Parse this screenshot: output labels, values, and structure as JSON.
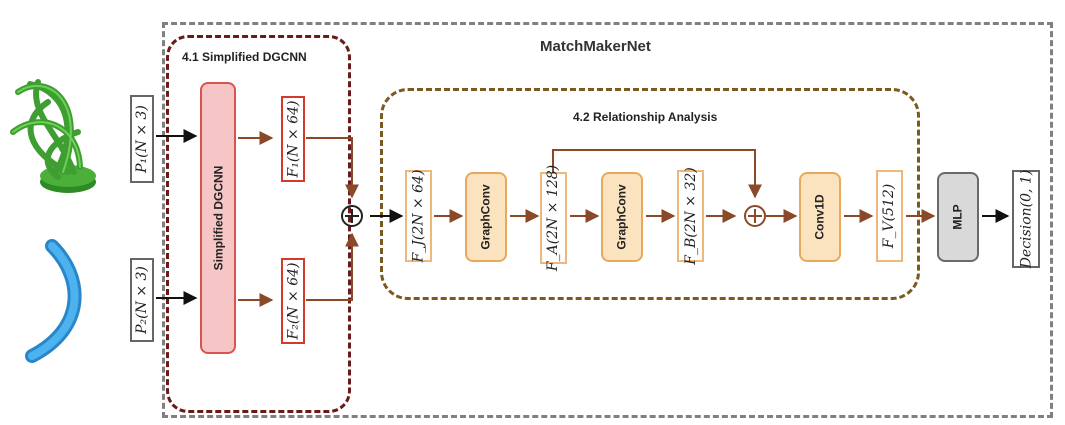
{
  "titles": {
    "main": "MatchMakerNet",
    "dgcnn": "4.1 Simplified DGCNN",
    "relationship": "4.2 Relationship Analysis"
  },
  "inputs": {
    "p1": "P₁(N × 3)",
    "p2": "P₂(N × 3)"
  },
  "blocks": {
    "simplified_dgcnn": "Simplified DGCNN",
    "graphconv_1": "GraphConv",
    "graphconv_2": "GraphConv",
    "conv1d": "Conv1D",
    "mlp": "MLP"
  },
  "features": {
    "f1": "F₁(N × 64)",
    "f2": "F₂(N × 64)",
    "fj": "F_J(2N × 64)",
    "fa": "F_A(2N × 128)",
    "fb": "F_B(2N × 32)",
    "fv": "F_V(512)"
  },
  "output": {
    "decision": "Decision(0, 1)"
  },
  "colors": {
    "outer_border": "#808080",
    "dgcnn_border": "#6b1a1a",
    "relationship_border": "#7a5a1e",
    "arrow_brown": "#8a4a2a",
    "dgcnn_fill": "#f6c5c5",
    "conv_fill": "#fbe3c0",
    "mlp_fill": "#d9d9d9",
    "shape1_green": "#4caf3a",
    "shape2_blue": "#3aa3e0"
  }
}
